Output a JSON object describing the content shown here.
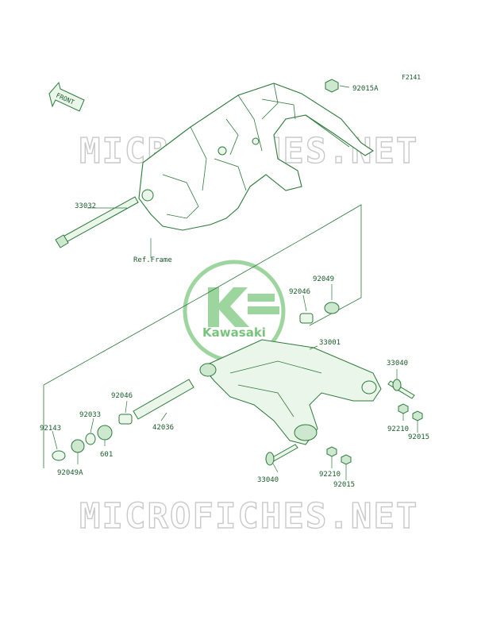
{
  "figure_code": "F2141",
  "front_label": "FRONT",
  "watermark_text": "MICROFICHES.NET",
  "logo_text": "Kawasaki",
  "ref_frame_label": "Ref.Frame",
  "colors": {
    "line": "#2c7a3a",
    "text": "#1a5c2a",
    "watermark": "#c9c9c9",
    "logo": "#4caf50"
  },
  "parts": [
    {
      "id": "p-92015A",
      "label": "92015A"
    },
    {
      "id": "p-33032",
      "label": "33032"
    },
    {
      "id": "p-92049",
      "label": "92049"
    },
    {
      "id": "p-92046a",
      "label": "92046"
    },
    {
      "id": "p-33001",
      "label": "33001"
    },
    {
      "id": "p-33040a",
      "label": "33040"
    },
    {
      "id": "p-92210a",
      "label": "92210"
    },
    {
      "id": "p-92015a",
      "label": "92015"
    },
    {
      "id": "p-92046b",
      "label": "92046"
    },
    {
      "id": "p-92033",
      "label": "92033"
    },
    {
      "id": "p-42036",
      "label": "42036"
    },
    {
      "id": "p-92143",
      "label": "92143"
    },
    {
      "id": "p-601",
      "label": "601"
    },
    {
      "id": "p-92049A",
      "label": "92049A"
    },
    {
      "id": "p-33040b",
      "label": "33040"
    },
    {
      "id": "p-92210b",
      "label": "92210"
    },
    {
      "id": "p-92015b",
      "label": "92015"
    }
  ]
}
